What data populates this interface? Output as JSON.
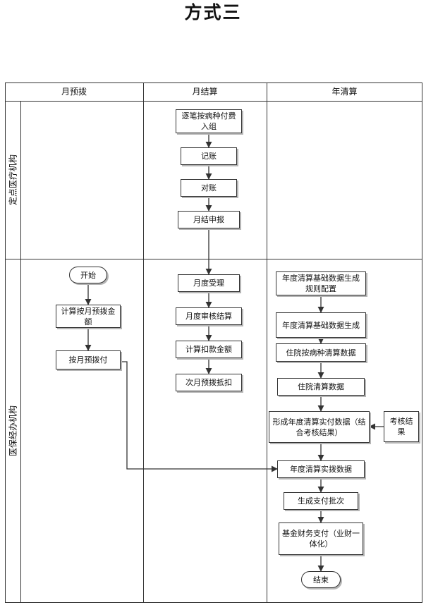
{
  "title": "方式三",
  "columns": [
    "月预拨",
    "月结算",
    "年清算"
  ],
  "lanes": [
    "定点医疗机构",
    "医保经办机构"
  ],
  "nodes": {
    "settle_upload": "逐笔按病种付费入组",
    "bookkeeping": "记账",
    "reconcile": "对账",
    "monthly_report": "月结申报",
    "start": "开始",
    "calc_prepay": "计算按月预拨金额",
    "monthly_prepay": "按月预拨付",
    "monthly_accept": "月度受理",
    "monthly_review": "月度审核结算",
    "calc_deduct": "计算扣款金额",
    "next_month_offset": "次月预拨抵扣",
    "rule_config": "年度清算基础数据生成规则配置",
    "base_data_gen": "年度清算基础数据生成",
    "drg_data": "住院按病种清算数据",
    "inpatient_data": "住院清算数据",
    "annual_actual": "形成年度清算实付数据（结合考核结果）",
    "assessment": "考核结果",
    "annual_allocate": "年度清算实拨数据",
    "payment_batch": "生成支付批次",
    "fund_payment": "基金财务支付（业财一体化）",
    "end": "结束"
  }
}
